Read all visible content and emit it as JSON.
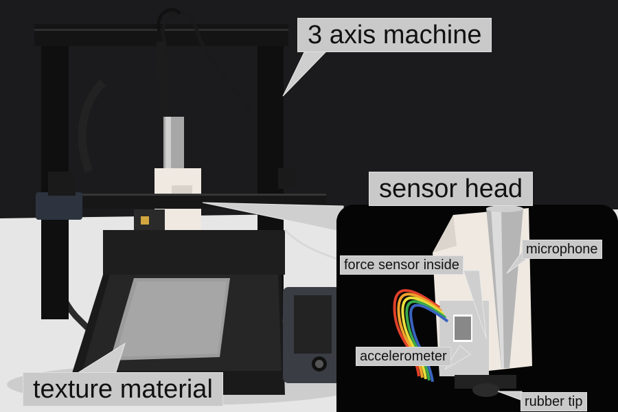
{
  "annotations": {
    "three_axis": "3 axis machine",
    "sensor_head": "sensor head",
    "texture_material": "texture material",
    "microphone": "microphone",
    "force_sensor": "force sensor inside",
    "accelerometer": "accelerometer",
    "rubber_tip": "rubber tip"
  },
  "colors": {
    "label_bg": "#c9c9c9",
    "wall": "#1b1b1d",
    "table": "#e8e8e8",
    "frame": "#121212",
    "stone": "#9c9c9c",
    "inset_bg": "#050505",
    "mount": "#efe9e2",
    "steel": "#b5b5b5"
  }
}
